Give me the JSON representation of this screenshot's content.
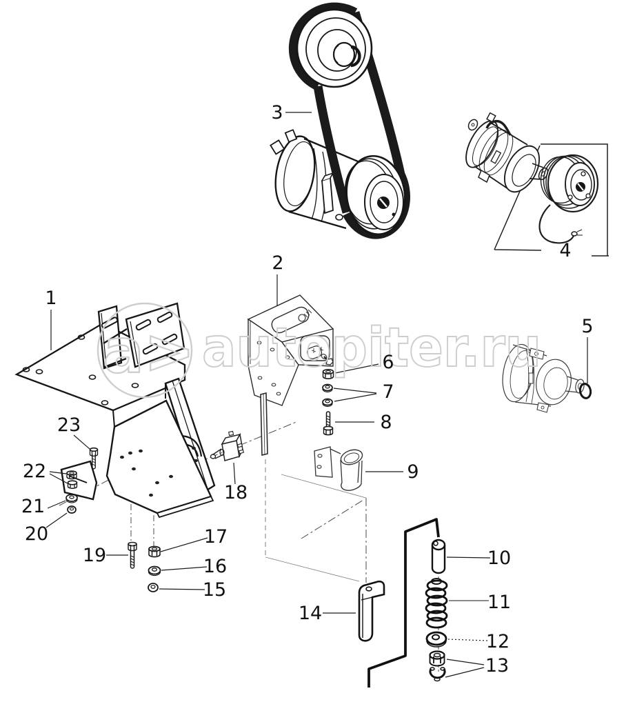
{
  "page": {
    "background": "#ffffff"
  },
  "diagram": {
    "type": "exploded-parts-diagram",
    "line_color": "#161616",
    "callouts": [
      "1",
      "2",
      "3",
      "4",
      "5",
      "6",
      "7",
      "8",
      "9",
      "10",
      "11",
      "12",
      "13",
      "14",
      "15",
      "16",
      "17",
      "18",
      "19",
      "20",
      "21",
      "22",
      "23"
    ]
  },
  "watermark": {
    "logo_text": "a>",
    "site_text": "autopiter.ru",
    "color": "#cdcdcd"
  }
}
